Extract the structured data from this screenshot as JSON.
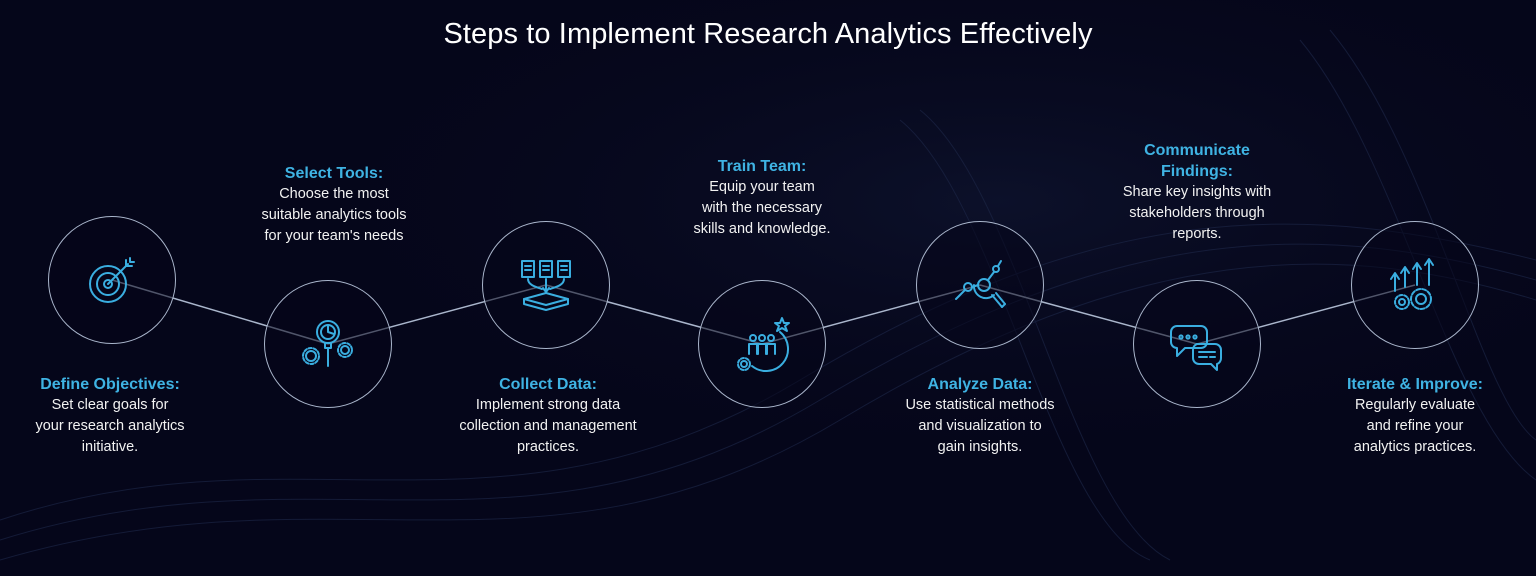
{
  "title": "Steps to Implement Research Analytics Effectively",
  "colors": {
    "background": "#05061a",
    "accent": "#3fb3e3",
    "circle_border": "#aab6cc",
    "text": "#f2f2f2"
  },
  "steps": [
    {
      "heading": "Define Objectives:",
      "description": "Set clear goals for\nyour research analytics\ninitiative.",
      "icon": "target-icon"
    },
    {
      "heading": "Select Tools:",
      "description": "Choose the most\nsuitable analytics tools\nfor your team's needs",
      "icon": "magnifier-gears-icon"
    },
    {
      "heading": "Collect Data:",
      "description": "Implement strong data\ncollection and management\npractices.",
      "icon": "documents-collect-icon"
    },
    {
      "heading": "Train Team:",
      "description": "Equip your team\nwith the necessary\nskills and knowledge.",
      "icon": "team-training-icon"
    },
    {
      "heading": "Analyze Data:",
      "description": "Use statistical methods\nand visualization to\ngain insights.",
      "icon": "data-analysis-icon"
    },
    {
      "heading": "Communicate\nFindings:",
      "description": "Share key insights with\nstakeholders through\nreports.",
      "icon": "chat-bubbles-icon"
    },
    {
      "heading": "Iterate & Improve:",
      "description": "Regularly evaluate\nand refine your\nanalytics practices.",
      "icon": "arrows-gears-icon"
    }
  ]
}
